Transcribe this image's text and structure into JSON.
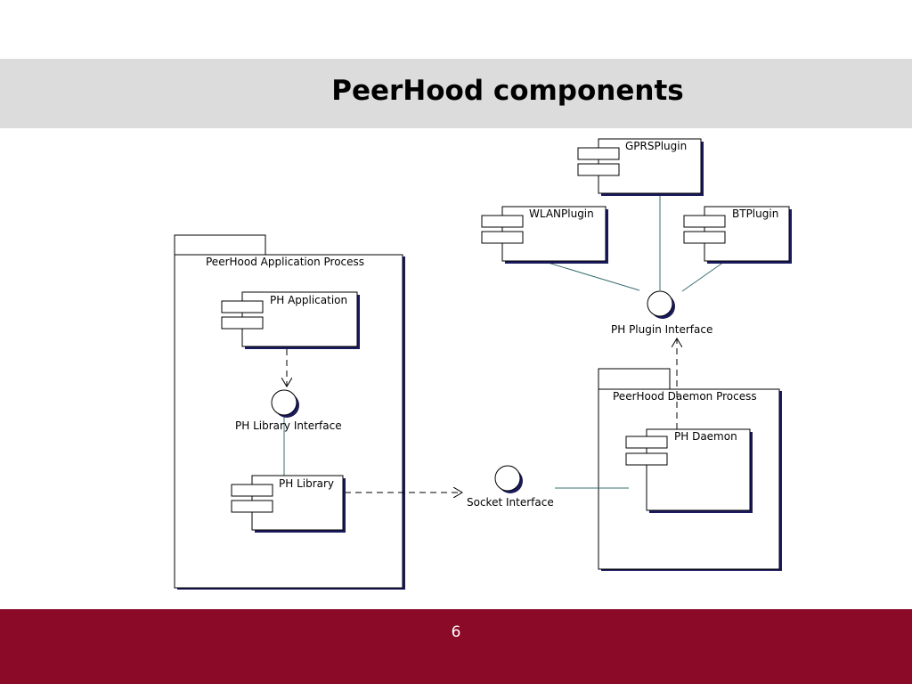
{
  "slide": {
    "title": "PeerHood components",
    "page_number": "6"
  },
  "colors": {
    "header_band": "#dcdcdc",
    "footer_band": "#8b0a27",
    "component_shadow": "#1a1a5e",
    "link_line": "#3b6e70"
  },
  "diagram": {
    "packages": {
      "app_process": "PeerHood Application Process",
      "daemon_process": "PeerHood Daemon Process"
    },
    "components": {
      "gprs_plugin": "GPRSPlugin",
      "wlan_plugin": "WLANPlugin",
      "bt_plugin": "BTPlugin",
      "ph_application": "PH Application",
      "ph_library": "PH Library",
      "ph_daemon": "PH Daemon"
    },
    "interfaces": {
      "plugin_interface": "PH Plugin Interface",
      "library_interface": "PH Library Interface",
      "socket_interface": "Socket Interface"
    }
  }
}
